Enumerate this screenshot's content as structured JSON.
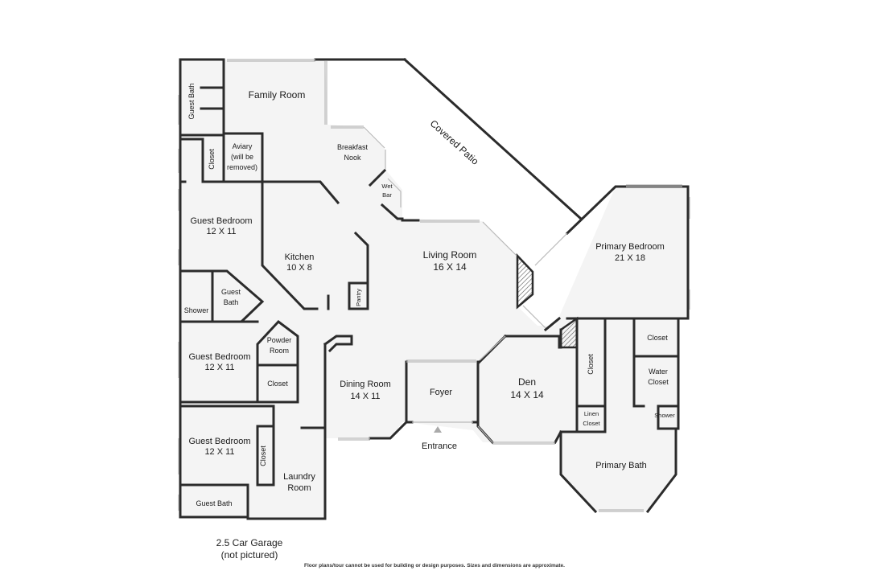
{
  "rooms": {
    "family_room": "Family Room",
    "guest_bath_top": "Guest Bath",
    "closet_top": "Closet",
    "aviary_1": "Aviary",
    "aviary_2": "(will be",
    "aviary_3": "removed)",
    "breakfast_nook_1": "Breakfast",
    "breakfast_nook_2": "Nook",
    "wet_bar_1": "Wet",
    "wet_bar_2": "Bar",
    "covered_patio": "Covered Patio",
    "guest_bedroom_1": "Guest Bedroom",
    "guest_bedroom_1_dim": "12 X 11",
    "kitchen": "Kitchen",
    "kitchen_dim": "10 X 8",
    "pantry": "Pantry",
    "living_room": "Living Room",
    "living_room_dim": "16 X 14",
    "primary_bedroom": "Primary Bedroom",
    "primary_bedroom_dim": "21 X 18",
    "shower_left": "Shower",
    "guest_bath_mid_1": "Guest",
    "guest_bath_mid_2": "Bath",
    "guest_bedroom_2": "Guest Bedroom",
    "guest_bedroom_2_dim": "12 X 11",
    "powder_room_1": "Powder",
    "powder_room_2": "Room",
    "closet_mid": "Closet",
    "dining_room": "Dining Room",
    "dining_room_dim": "14 X 11",
    "foyer": "Foyer",
    "den": "Den",
    "den_dim": "14 X 14",
    "closet_primary_left": "Closet",
    "closet_primary_right": "Closet",
    "water_closet_1": "Water",
    "water_closet_2": "Closet",
    "linen_closet_1": "Linen",
    "linen_closet_2": "Closet",
    "shower_right": "Shower",
    "primary_bath": "Primary Bath",
    "guest_bedroom_3": "Guest Bedroom",
    "guest_bedroom_3_dim": "12 X 11",
    "closet_bottom": "Closet",
    "laundry_room_1": "Laundry",
    "laundry_room_2": "Room",
    "guest_bath_bottom": "Guest Bath",
    "entrance": "Entrance"
  },
  "garage_note_1": "2.5 Car Garage",
  "garage_note_2": "(not pictured)",
  "disclaimer": "Floor plans/tour cannot be used for building or design purposes. Sizes and dimensions are approximate.",
  "colors": {
    "wall": "#2b2b2b",
    "floor": "#f4f4f4",
    "window": "#b9b9b9",
    "hatch": "#555555"
  }
}
